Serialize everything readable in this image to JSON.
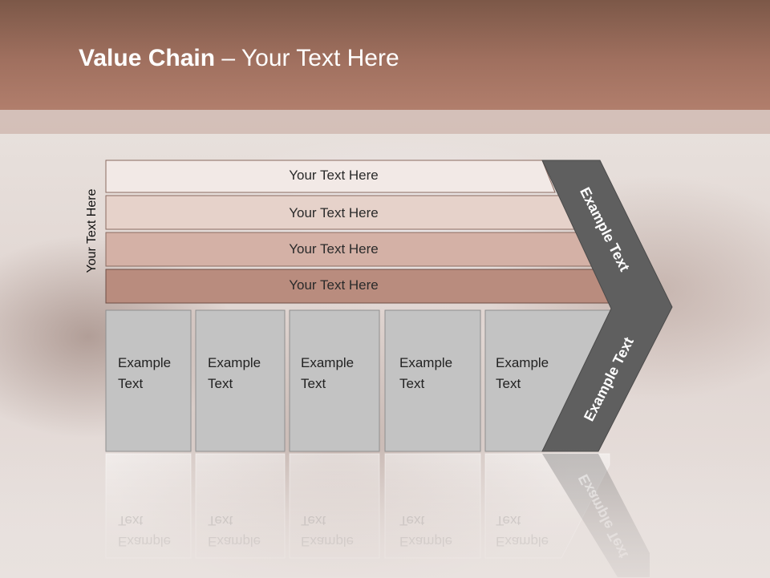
{
  "slide": {
    "title_bold": "Value Chain",
    "title_rest": " – Your Text Here",
    "side_label": "Your Text Here"
  },
  "bars": [
    {
      "label": "Your Text Here",
      "color": "#f2e9e6"
    },
    {
      "label": "Your Text Here",
      "color": "#e6d2ca"
    },
    {
      "label": "Your Text Here",
      "color": "#d4b1a6"
    },
    {
      "label": "Your Text Here",
      "color": "#b98c7e"
    }
  ],
  "columns": [
    {
      "line1": "Example",
      "line2": "Text"
    },
    {
      "line1": "Example",
      "line2": "Text"
    },
    {
      "line1": "Example",
      "line2": "Text"
    },
    {
      "line1": "Example",
      "line2": "Text"
    },
    {
      "line1": "Example",
      "line2": "Text"
    }
  ],
  "chevron": {
    "upper_label": "Example Text",
    "lower_label": "Example Text",
    "color": "#5f5f5f"
  },
  "colors": {
    "column_fill": "#c3c3c3",
    "column_border": "#8f8f8f"
  }
}
